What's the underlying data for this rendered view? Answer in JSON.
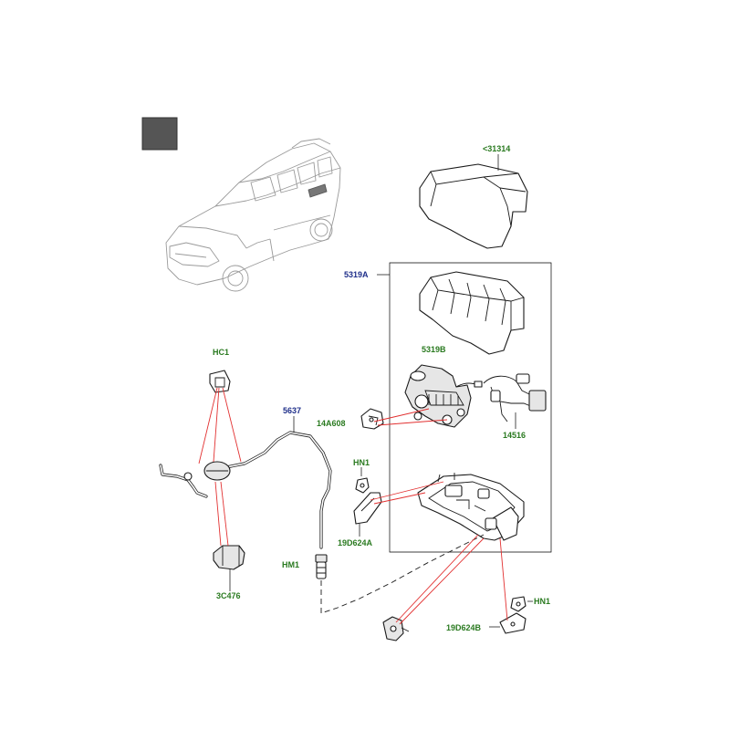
{
  "colors": {
    "thumbnail": "#555555",
    "label_green": "#2a7a20",
    "label_blue": "#1f2f8a",
    "callout_red": "#e23030",
    "line_dark": "#1a1a1a"
  },
  "labels": {
    "cover_top": "<31314",
    "assembly": "5319A",
    "compressor": "5319B",
    "pipe": "5637",
    "bracket_hc1": "HC1",
    "bracket_14a608": "14A608",
    "harness": "14516",
    "nut_hn1_upper": "HN1",
    "bracket_19d624a": "19D624A",
    "hm1": "HM1",
    "mount_3c476": "3C476",
    "nut_hn1_lower": "HN1",
    "bracket_19d624b": "19D624B"
  }
}
